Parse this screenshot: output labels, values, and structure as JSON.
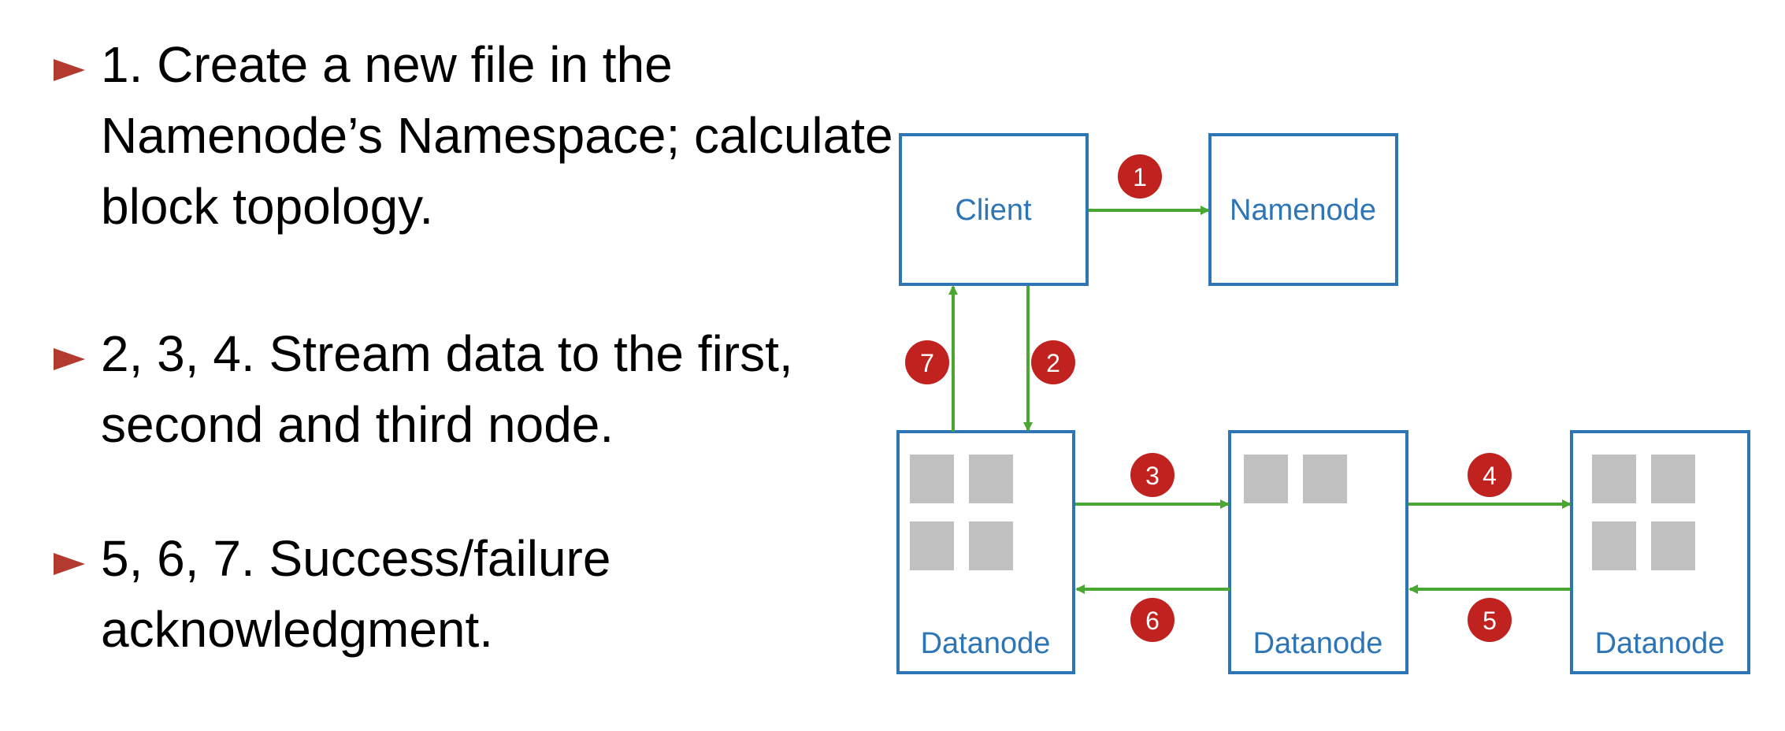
{
  "bullets": [
    {
      "text": "1. Create a new file in the\nNamenode’s Namespace; calculate\nblock  topology."
    },
    {
      "text": "2, 3, 4. Stream data to the first,\nsecond and third node."
    },
    {
      "text": "5, 6, 7. Success/failure\nacknowledgment."
    }
  ],
  "diagram": {
    "nodes": {
      "client": "Client",
      "namenode": "Namenode",
      "datanode_1": "Datanode",
      "datanode_2": "Datanode",
      "datanode_3": "Datanode"
    },
    "steps": [
      "1",
      "2",
      "3",
      "4",
      "5",
      "6",
      "7"
    ]
  },
  "colors": {
    "box_border": "#2e75b6",
    "label": "#2e75b6",
    "arrow": "#4aa832",
    "badge": "#c0221f",
    "block": "#c0c0c0",
    "bullet_marker": "#b23a2e"
  }
}
